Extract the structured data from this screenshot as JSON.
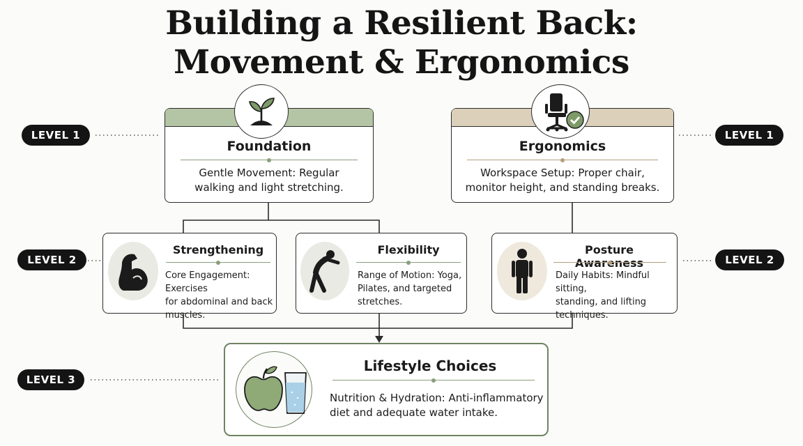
{
  "title": {
    "line1": "Building a Resilient Back:",
    "line2": "Movement & Ergonomics"
  },
  "levels": {
    "level1_left": "LEVEL 1",
    "level1_right": "LEVEL 1",
    "level2_left": "LEVEL 2",
    "level2_right": "LEVEL 2",
    "level3_left": "LEVEL 3"
  },
  "nodes": {
    "foundation": {
      "title": "Foundation",
      "desc1": "Gentle Movement: Regular",
      "desc2": "walking and light stretching.",
      "icon": "sprout-icon"
    },
    "ergonomics": {
      "title": "Ergonomics",
      "desc1": "Workspace Setup: Proper chair,",
      "desc2": "monitor height, and standing breaks.",
      "icon": "office-chair-check-icon"
    },
    "strengthening": {
      "title": "Strengthening",
      "desc1": "Core Engagement: Exercises",
      "desc2": "for abdominal and back",
      "desc3": "muscles.",
      "icon": "flexed-arm-icon"
    },
    "flexibility": {
      "title": "Flexibility",
      "desc1": "Range of Motion: Yoga,",
      "desc2": "Pilates, and targeted",
      "desc3": "stretches.",
      "icon": "stretching-person-icon"
    },
    "posture": {
      "title": "Posture Awareness",
      "desc1": "Daily Habits: Mindful sitting,",
      "desc2": "standing, and lifting",
      "desc3": "techniques.",
      "icon": "standing-person-icon"
    },
    "lifestyle": {
      "title": "Lifestyle Choices",
      "desc1": "Nutrition & Hydration: Anti-inflammatory",
      "desc2": "diet and adequate water intake.",
      "icon": "apple-and-water-glass-icon"
    }
  },
  "colors": {
    "green_band": "#b4c5a5",
    "tan_band": "#dcd0bb",
    "green_accent": "#8a9e7b",
    "tan_accent": "#b39f80",
    "lifestyle_border": "#6f8463",
    "pill": "#141414"
  }
}
